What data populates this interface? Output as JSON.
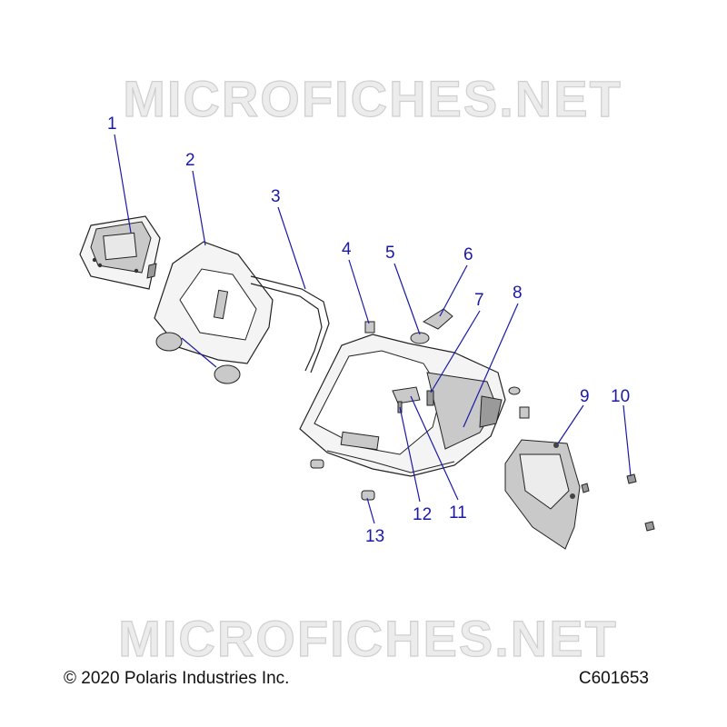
{
  "watermark": "MICROFICHES.NET",
  "callouts": [
    "1",
    "2",
    "3",
    "4",
    "5",
    "6",
    "7",
    "8",
    "9",
    "10",
    "11",
    "12",
    "13"
  ],
  "footer": {
    "copyright": "© 2020 Polaris Industries Inc.",
    "diagram_code": "C601653"
  },
  "colors": {
    "callout": "#1a1aa6",
    "line": "#222222"
  }
}
